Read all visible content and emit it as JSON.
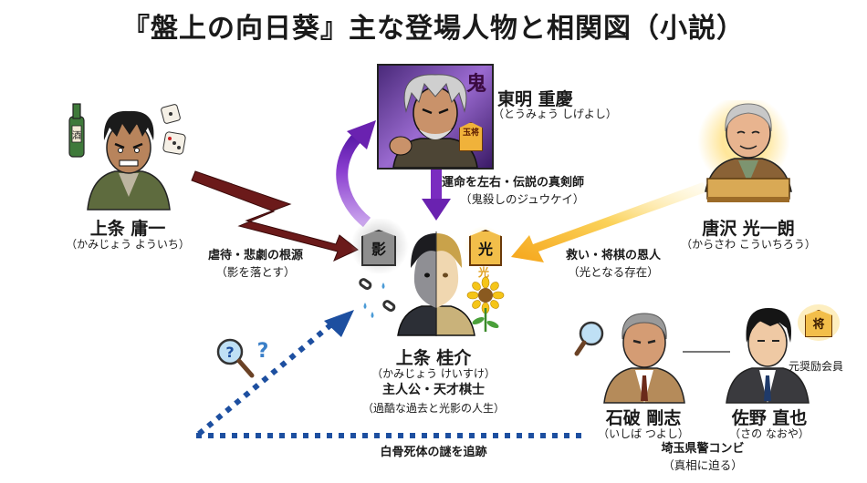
{
  "title": "『盤上の向日葵』主な登場人物と相関図（小説）",
  "characters": {
    "yoichi": {
      "name": "上条 庸一",
      "reading": "（かみじょう よういち）",
      "icon_items": [
        "sake-bottle",
        "dice"
      ],
      "bottle_label": "酒"
    },
    "shigeyoshi": {
      "name": "東明 重慶",
      "reading": "（とうみょう しげよし）",
      "badge": "鬼",
      "piece_label": "玉将"
    },
    "koichiro": {
      "name": "唐沢 光一朗",
      "reading": "（からさわ こういちろう）"
    },
    "keisuke": {
      "name": "上条 桂介",
      "reading": "（かみじょう けいすけ）",
      "role": "主人公・天才棋士",
      "role_sub": "（過酷な過去と光影の人生）",
      "shadow_piece": "影",
      "light_piece": "光",
      "light_label": "光"
    },
    "ishiba": {
      "name": "石破 剛志",
      "reading": "（いしば つよし）"
    },
    "sano": {
      "name": "佐野 直也",
      "reading": "（さの なおや）",
      "bubble_piece": "将",
      "note": "元奨励会員"
    }
  },
  "relations": {
    "yoichi_to_keisuke": {
      "label": "虐待・悲劇の根源",
      "sub": "（影を落とす）",
      "color": "#6b1a1a"
    },
    "shigeyoshi_to_keisuke": {
      "label": "運命を左右・伝説の真剣師",
      "sub": "（鬼殺しのジュウケイ）",
      "color": "#6a22b0"
    },
    "koichiro_to_keisuke": {
      "label": "救い・将棋の恩人",
      "sub": "（光となる存在）",
      "color": "#f5b622"
    },
    "police_pair": {
      "label": "埼玉県警コンビ",
      "sub": "（真相に迫る）"
    },
    "police_to_keisuke": {
      "label": "白骨死体の謎を追跡",
      "color": "#1d4fa0"
    }
  }
}
